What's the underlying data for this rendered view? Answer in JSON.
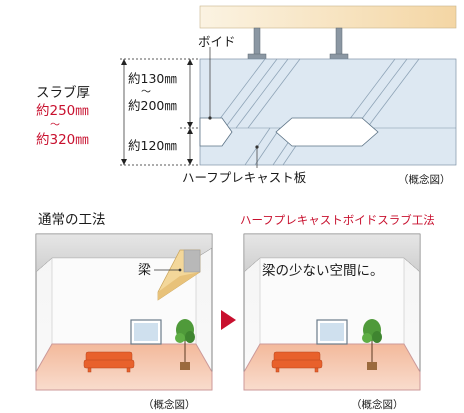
{
  "top_diagram": {
    "void_label": "ボイド",
    "slab_label_line1": "スラブ厚",
    "slab_label_line2": "約250㎜",
    "slab_tilde": "～",
    "slab_label_line3": "約320㎜",
    "dim_upper_line1": "約130㎜",
    "dim_upper_tilde": "～",
    "dim_upper_line2": "約200㎜",
    "dim_lower": "約120㎜",
    "precast_label": "ハーフプレキャスト板",
    "note": "（概念図）"
  },
  "bottom_left": {
    "heading": "通常の工法",
    "beam_label": "梁",
    "note": "（概念図）"
  },
  "bottom_right": {
    "heading": "ハーフプレキャストボイドスラブ工法",
    "caption": "梁の少ない空間に。",
    "note": "（概念図）"
  },
  "colors": {
    "accent_red": "#c8102e",
    "slab_blue": "#dde8f2",
    "floor_pink": "#f6c9b2",
    "sofa": "#e8612c",
    "plant": "#4f9a3a",
    "beam": "#f3d79a"
  }
}
